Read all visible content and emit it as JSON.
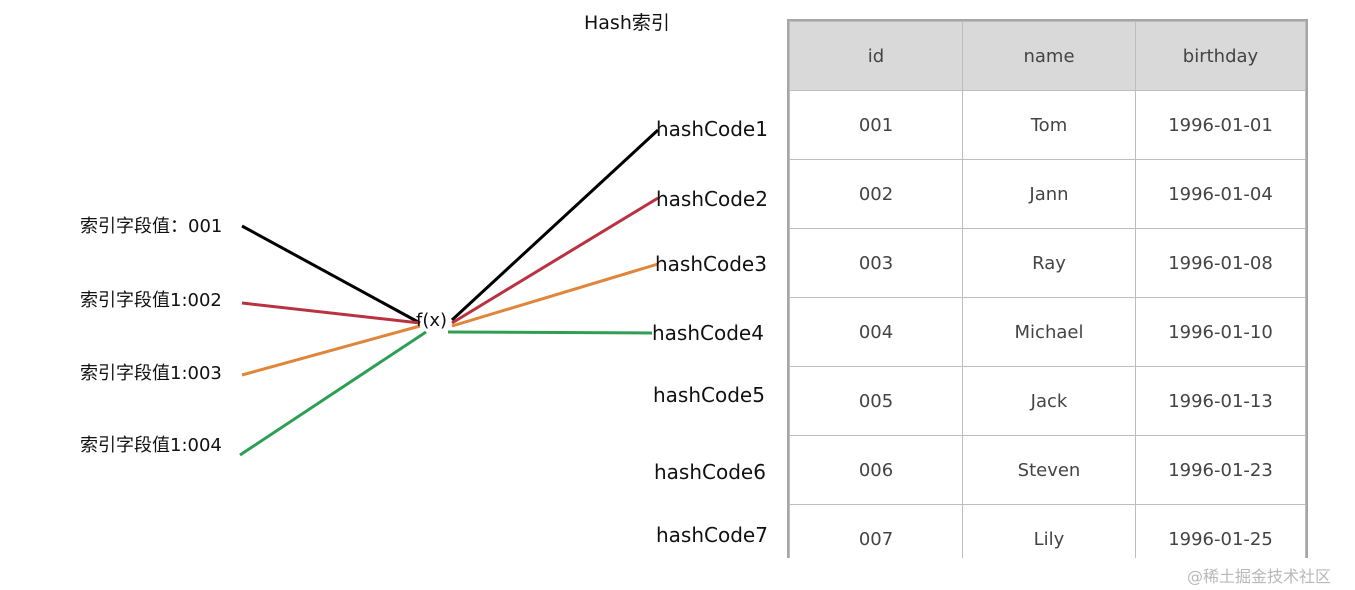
{
  "title": "Hash索引",
  "function_label": "f(x)",
  "index_values": [
    "索引字段值：001",
    "索引字段值1:002",
    "索引字段值1:003",
    "索引字段值1:004"
  ],
  "hash_codes": [
    "hashCode1",
    "hashCode2",
    "hashCode3",
    "hashCode4",
    "hashCode5",
    "hashCode6",
    "hashCode7"
  ],
  "colors": {
    "line1": "#000000",
    "line2": "#b9323f",
    "line3": "#e0863a",
    "line4": "#2f9e55",
    "table_header_bg": "#d9d9d9",
    "table_border": "#a5a5a5"
  },
  "table": {
    "headers": [
      "id",
      "name",
      "birthday"
    ],
    "rows": [
      [
        "001",
        "Tom",
        "1996-01-01"
      ],
      [
        "002",
        "Jann",
        "1996-01-04"
      ],
      [
        "003",
        "Ray",
        "1996-01-08"
      ],
      [
        "004",
        "Michael",
        "1996-01-10"
      ],
      [
        "005",
        "Jack",
        "1996-01-13"
      ],
      [
        "006",
        "Steven",
        "1996-01-23"
      ],
      [
        "007",
        "Lily",
        "1996-01-25"
      ]
    ]
  },
  "watermark": "@稀土掘金技术社区"
}
